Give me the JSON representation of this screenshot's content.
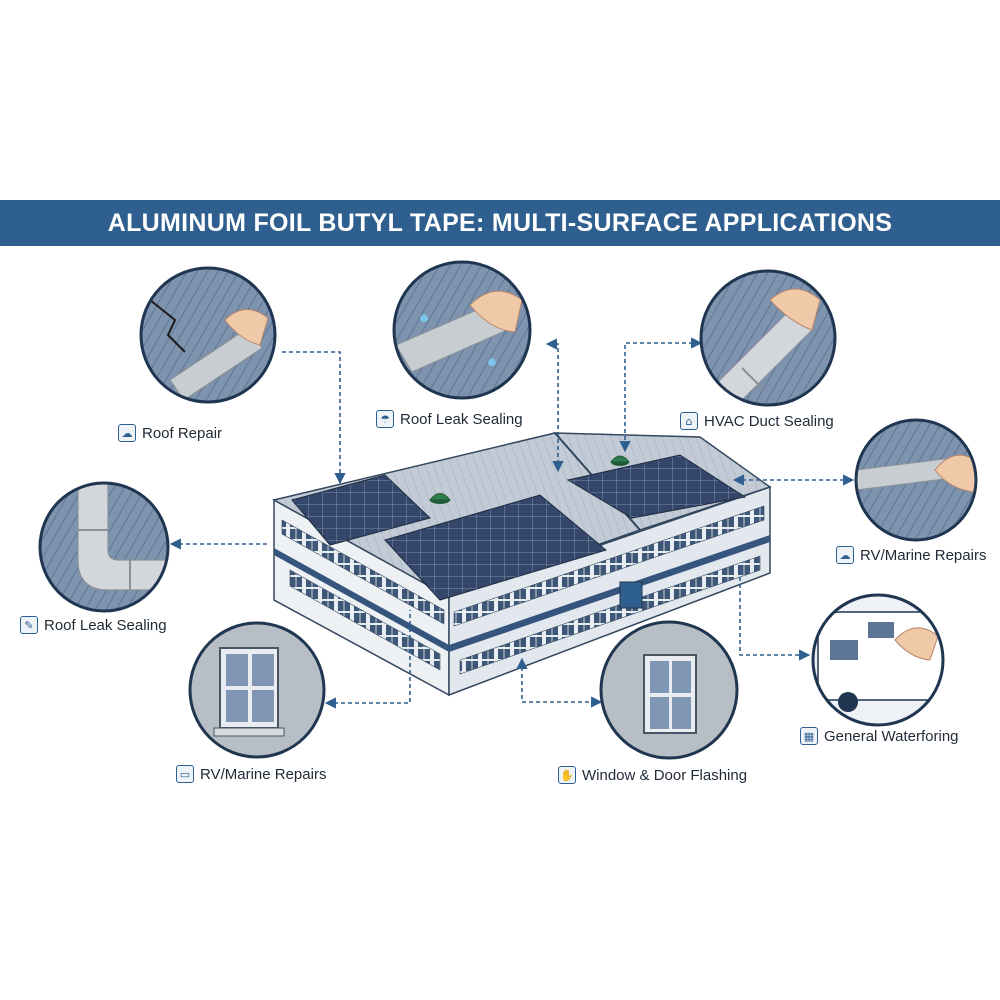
{
  "title": "ALUMINUM FOIL BUTYL TAPE: MULTI-SURFACE APPLICATIONS",
  "colors": {
    "banner": "#2f5f8f",
    "connector": "#2f5f8f",
    "panel": "#34476b",
    "roof": "#b9c4cf",
    "foil": "#c8cdd2",
    "vent": "#2e7d4e"
  },
  "applications": [
    {
      "label": "Roof Repair",
      "icon": "cloud-gear-icon"
    },
    {
      "label": "Roof Leak Sealing",
      "icon": "cloud-rain-icon"
    },
    {
      "label": "HVAC Duct Sealing",
      "icon": "duct-icon"
    },
    {
      "label": "RV/Marine Repairs",
      "icon": "cloud-check-icon"
    },
    {
      "label": "Roof Leak Sealing",
      "icon": "tools-icon"
    },
    {
      "label": "General Waterforing",
      "icon": "window-icon"
    },
    {
      "label": "RV/Marine Repairs",
      "icon": "rv-icon"
    },
    {
      "label": "Window & Door Flashing",
      "icon": "hand-tape-icon"
    }
  ]
}
